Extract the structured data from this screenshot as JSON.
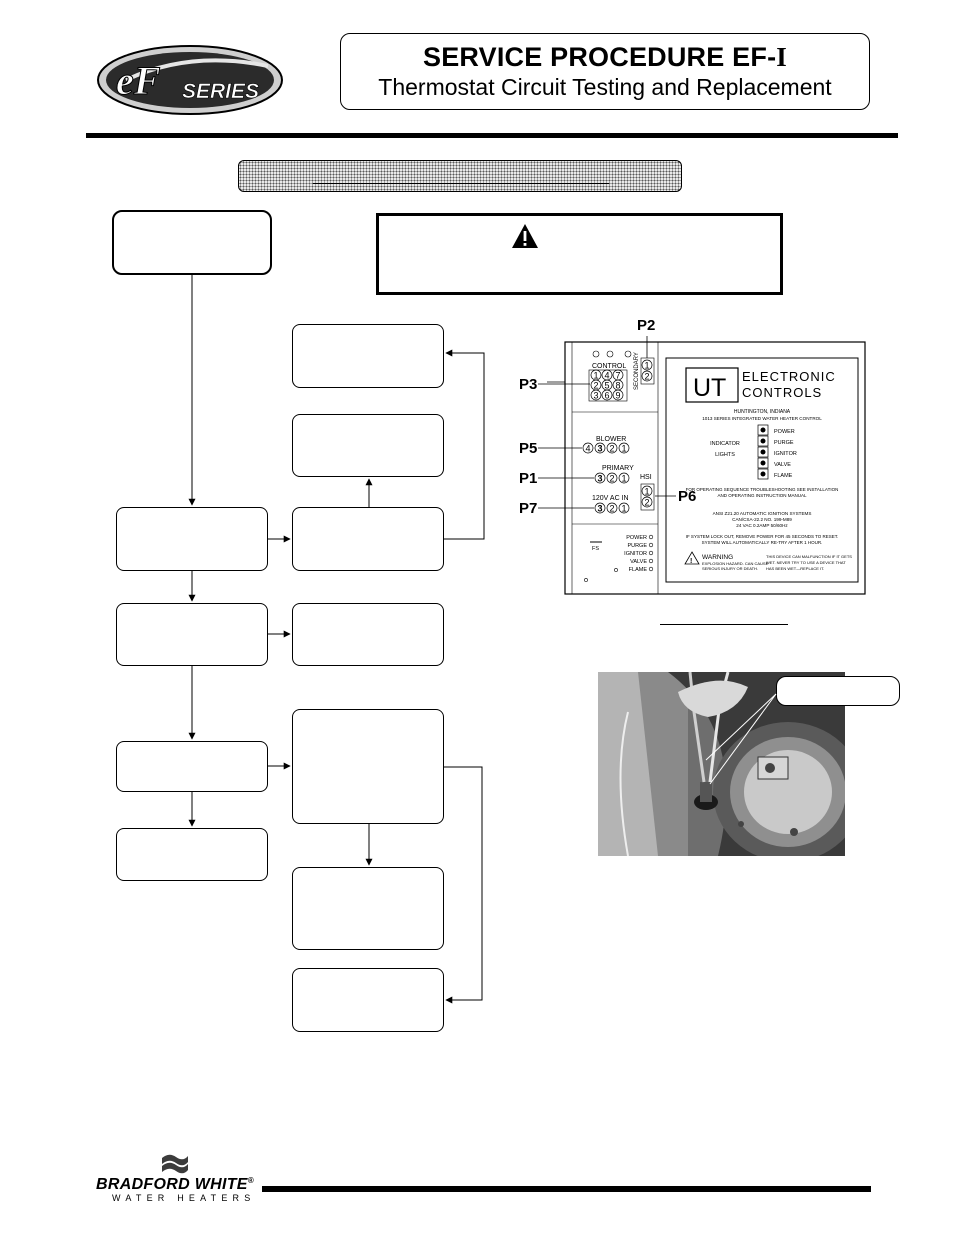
{
  "header": {
    "logo_text": "SERIES",
    "logo_letters": "eF",
    "title_main": "SERVICE PROCEDURE EF-",
    "title_roman": "I",
    "title_sub": "Thermostat Circuit Testing and Replacement"
  },
  "board": {
    "brand": "UT",
    "brand_line1": "ELECTRONIC",
    "brand_line2": "CONTROLS",
    "location": "HUNTINGTON, INDIANA",
    "series_line": "1013 SERIES INTEGRATED WATER HEATER CONTROL",
    "indicator_label_1": "INDICATOR",
    "indicator_label_2": "LIGHTS",
    "indicators": [
      "POWER",
      "PURGE",
      "IGNITOR",
      "VALVE",
      "FLAME"
    ],
    "sequence_note_1": "FOR OPERATING SEQUENCE TROUBLESHOOTING SEE INSTALLATION",
    "sequence_note_2": "AND OPERATING INSTRUCTION MANUAL",
    "cert_1": "ANSI Z21.20 AUTOMATIC IGNITION SYSTEMS",
    "cert_2": "CAN/CSA-22.2 NO. 199-M89",
    "cert_3": "24 VAC 0.2AMP 50/60Hz",
    "lockout_1": "IF SYSTEM LOCK OUT, REMOVE POWER FOR 45 SECONDS TO RESET.",
    "lockout_2": "SYSTEM WILL AUTOMATICALLY RE-TRY AFTER 1 HOUR.",
    "warning_title": "WARNING",
    "warning_1": "EXPLOSION HAZARD. CAN CAUSE",
    "warning_2": "SERIOUS INJURY OR DEATH.",
    "device_1": "THIS DEVICE CAN MALFUNCTION IF IT GETS",
    "device_2": "WET. NEVER TRY TO USE A DEVICE THAT",
    "device_3": "HAS BEEN WET—REPLACE IT.",
    "control_label": "CONTROL",
    "secondary_label": "SECONDARY",
    "blower_label": "BLOWER",
    "primary_label": "PRIMARY",
    "hsi_label": "HSI",
    "ac_label": "120V AC IN",
    "fs_label": "FS",
    "p3_pins": [
      "1",
      "4",
      "7",
      "2",
      "5",
      "8",
      "3",
      "6",
      "9"
    ],
    "p2_pins": [
      "1",
      "2"
    ],
    "p5_pins": [
      "4",
      "3",
      "2",
      "1"
    ],
    "p1_pins": [
      "3",
      "2",
      "1"
    ],
    "p7_pins": [
      "3",
      "2",
      "1"
    ],
    "p6_pins": [
      "1",
      "2"
    ]
  },
  "connectors": {
    "p2": "P2",
    "p3": "P3",
    "p5": "P5",
    "p1": "P1",
    "p7": "P7",
    "p6": "P6"
  },
  "footer": {
    "brand": "BRADFORD WHITE",
    "registered": "®",
    "tagline": "WATER HEATERS"
  },
  "colors": {
    "ink": "#000000",
    "banner_fill": "#e9e9e9",
    "board_fill": "#ffffff",
    "photo_dark": "#3a3a3a"
  }
}
